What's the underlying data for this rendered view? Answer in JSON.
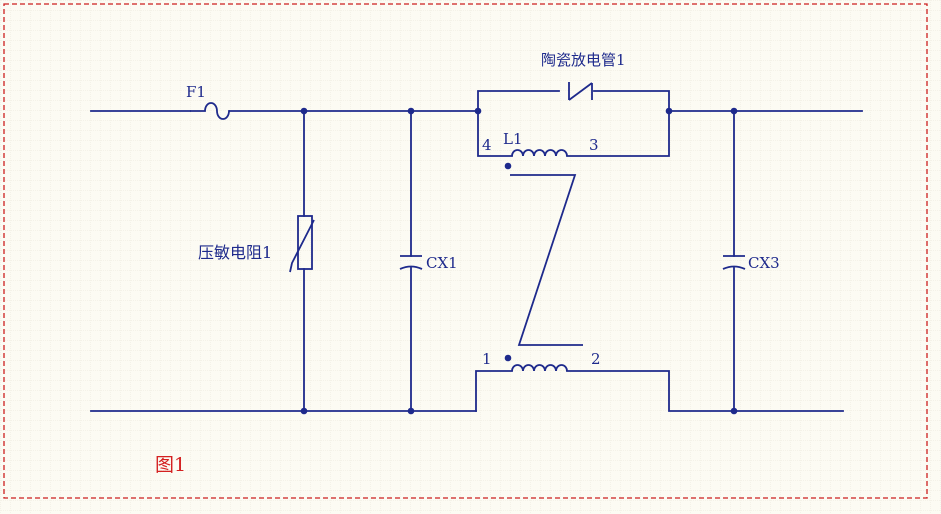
{
  "colors": {
    "background": "#fcfbf3",
    "grid": "#ebe9dc",
    "wire": "#1e2a8c",
    "junction": "#1e2a8c",
    "border": "#cc1f1f",
    "figure_caption": "#d42020",
    "label": "#1e2a8c"
  },
  "labels": {
    "fuse": "F1",
    "gas_discharge_tube": "陶瓷放电管1",
    "varistor": "压敏电阻1",
    "capacitor_x1": "CX1",
    "capacitor_x3": "CX3",
    "choke": "L1",
    "pin_4": "4",
    "pin_3": "3",
    "pin_1": "1",
    "pin_2": "2"
  },
  "caption": "图1",
  "icons": {
    "fuse": "fuse-symbol",
    "varistor": "varistor-symbol",
    "capacitor": "capacitor-symbol",
    "inductor": "inductor-coil-symbol",
    "gas_discharge_tube": "gas-discharge-tube-symbol",
    "dot": "winding-polarity-dot"
  }
}
